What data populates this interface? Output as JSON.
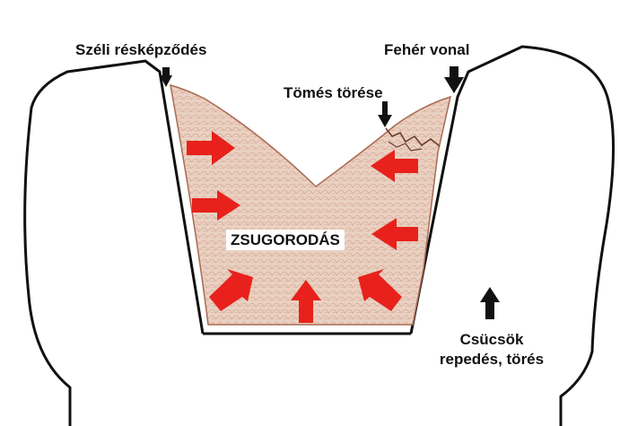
{
  "labels": {
    "margin_gap": "Széli résképződés",
    "white_line": "Fehér vonal",
    "filling_fracture": "Tömés törése",
    "shrinkage": "ZSUGORODÁS",
    "cusp_line1": "Csücsök",
    "cusp_line2": "repedés, törés"
  },
  "colors": {
    "outline": "#111111",
    "filling_fill": "#ead1c2",
    "filling_texture": "#c9917c",
    "shrink_arrow": "#e8211c",
    "pointer_arrow": "#111111"
  },
  "icons": {
    "shrink_arrow": "red-arrow-icon",
    "pointer_arrow": "black-arrow-icon"
  }
}
